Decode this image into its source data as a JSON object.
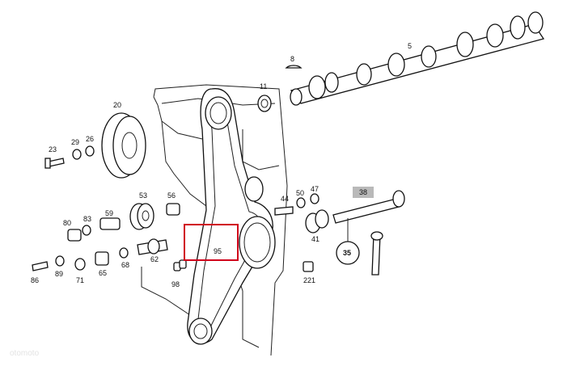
{
  "labels": {
    "p5": "5",
    "p8": "8",
    "p11": "11",
    "p20": "20",
    "p23": "23",
    "p29": "29",
    "p26": "26",
    "p53": "53",
    "p56": "56",
    "p59": "59",
    "p83": "83",
    "p80": "80",
    "p44": "44",
    "p50": "50",
    "p47": "47",
    "p38": "38",
    "p41": "41",
    "p35": "35",
    "p95": "95",
    "p62": "62",
    "p68": "68",
    "p65": "65",
    "p71": "71",
    "p89": "89",
    "p86": "86",
    "p98": "98",
    "p221": "221"
  },
  "watermark": "otomoto",
  "colors": {
    "highlight_box": "#d0021b",
    "label_38_bg": "#b9b9b9",
    "line": "#111111"
  }
}
